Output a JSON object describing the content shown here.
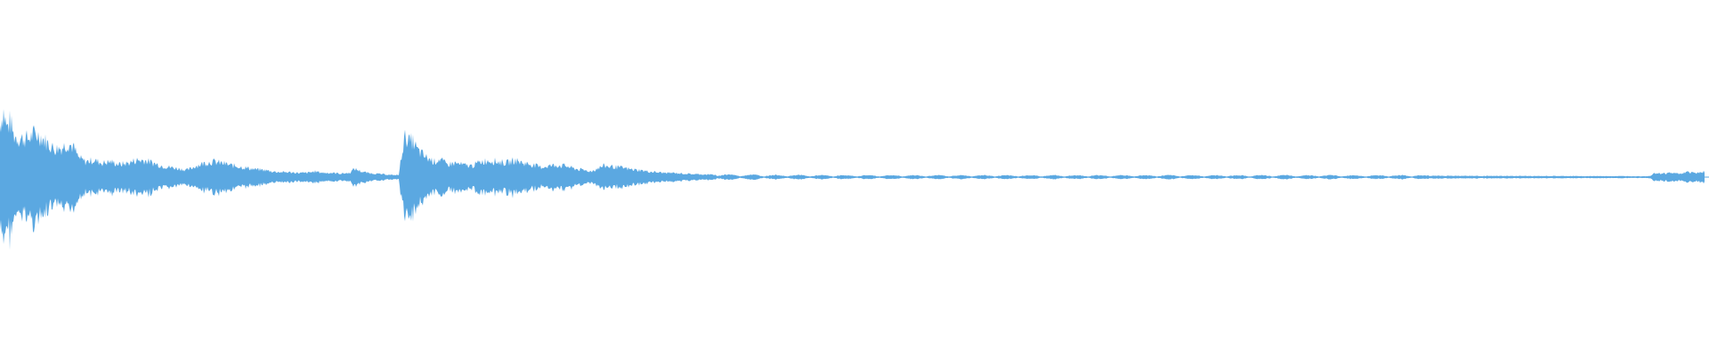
{
  "waveform": {
    "color": "#5ba8e1",
    "background": "#ffffff",
    "duration_fraction_shown": 1.0,
    "envelope": [
      [
        0.0,
        0.75
      ],
      [
        0.002,
        0.95
      ],
      [
        0.004,
        0.7
      ],
      [
        0.006,
        0.8
      ],
      [
        0.008,
        0.6
      ],
      [
        0.011,
        0.55
      ],
      [
        0.014,
        0.55
      ],
      [
        0.017,
        0.55
      ],
      [
        0.02,
        0.62
      ],
      [
        0.024,
        0.58
      ],
      [
        0.028,
        0.48
      ],
      [
        0.032,
        0.4
      ],
      [
        0.036,
        0.42
      ],
      [
        0.04,
        0.48
      ],
      [
        0.043,
        0.43
      ],
      [
        0.046,
        0.28
      ],
      [
        0.05,
        0.22
      ],
      [
        0.055,
        0.24
      ],
      [
        0.06,
        0.2
      ],
      [
        0.065,
        0.22
      ],
      [
        0.07,
        0.18
      ],
      [
        0.075,
        0.2
      ],
      [
        0.08,
        0.24
      ],
      [
        0.085,
        0.24
      ],
      [
        0.09,
        0.2
      ],
      [
        0.095,
        0.16
      ],
      [
        0.1,
        0.14
      ],
      [
        0.105,
        0.12
      ],
      [
        0.11,
        0.1
      ],
      [
        0.115,
        0.16
      ],
      [
        0.12,
        0.2
      ],
      [
        0.125,
        0.22
      ],
      [
        0.13,
        0.2
      ],
      [
        0.135,
        0.17
      ],
      [
        0.14,
        0.15
      ],
      [
        0.145,
        0.13
      ],
      [
        0.15,
        0.11
      ],
      [
        0.155,
        0.1
      ],
      [
        0.16,
        0.08
      ],
      [
        0.165,
        0.07
      ],
      [
        0.17,
        0.07
      ],
      [
        0.175,
        0.06
      ],
      [
        0.18,
        0.06
      ],
      [
        0.185,
        0.08
      ],
      [
        0.19,
        0.06
      ],
      [
        0.195,
        0.06
      ],
      [
        0.2,
        0.05
      ],
      [
        0.205,
        0.06
      ],
      [
        0.208,
        0.12
      ],
      [
        0.212,
        0.08
      ],
      [
        0.216,
        0.06
      ],
      [
        0.22,
        0.05
      ],
      [
        0.225,
        0.04
      ],
      [
        0.23,
        0.03
      ],
      [
        0.234,
        0.03
      ],
      [
        0.236,
        0.4
      ],
      [
        0.238,
        0.6
      ],
      [
        0.24,
        0.5
      ],
      [
        0.242,
        0.52
      ],
      [
        0.245,
        0.38
      ],
      [
        0.25,
        0.28
      ],
      [
        0.255,
        0.22
      ],
      [
        0.258,
        0.26
      ],
      [
        0.262,
        0.18
      ],
      [
        0.267,
        0.2
      ],
      [
        0.272,
        0.17
      ],
      [
        0.277,
        0.16
      ],
      [
        0.282,
        0.22
      ],
      [
        0.287,
        0.24
      ],
      [
        0.292,
        0.22
      ],
      [
        0.297,
        0.2
      ],
      [
        0.302,
        0.24
      ],
      [
        0.307,
        0.2
      ],
      [
        0.312,
        0.18
      ],
      [
        0.317,
        0.14
      ],
      [
        0.322,
        0.16
      ],
      [
        0.327,
        0.17
      ],
      [
        0.332,
        0.16
      ],
      [
        0.337,
        0.12
      ],
      [
        0.342,
        0.1
      ],
      [
        0.347,
        0.08
      ],
      [
        0.35,
        0.12
      ],
      [
        0.354,
        0.16
      ],
      [
        0.358,
        0.15
      ],
      [
        0.362,
        0.14
      ],
      [
        0.366,
        0.13
      ],
      [
        0.37,
        0.11
      ],
      [
        0.375,
        0.1
      ],
      [
        0.38,
        0.08
      ],
      [
        0.385,
        0.07
      ],
      [
        0.39,
        0.06
      ],
      [
        0.395,
        0.06
      ],
      [
        0.4,
        0.05
      ],
      [
        0.41,
        0.04
      ],
      [
        0.42,
        0.035
      ],
      [
        0.43,
        0.03
      ],
      [
        0.44,
        0.03
      ],
      [
        0.45,
        0.025
      ],
      [
        0.46,
        0.025
      ],
      [
        0.47,
        0.025
      ],
      [
        0.48,
        0.022
      ],
      [
        0.49,
        0.022
      ],
      [
        0.5,
        0.022
      ],
      [
        0.51,
        0.022
      ],
      [
        0.52,
        0.022
      ],
      [
        0.53,
        0.022
      ],
      [
        0.54,
        0.022
      ],
      [
        0.55,
        0.022
      ],
      [
        0.56,
        0.022
      ],
      [
        0.57,
        0.022
      ],
      [
        0.58,
        0.022
      ],
      [
        0.59,
        0.022
      ],
      [
        0.6,
        0.022
      ],
      [
        0.61,
        0.022
      ],
      [
        0.62,
        0.022
      ],
      [
        0.63,
        0.022
      ],
      [
        0.64,
        0.022
      ],
      [
        0.65,
        0.022
      ],
      [
        0.66,
        0.022
      ],
      [
        0.67,
        0.022
      ],
      [
        0.68,
        0.022
      ],
      [
        0.69,
        0.022
      ],
      [
        0.7,
        0.022
      ],
      [
        0.71,
        0.022
      ],
      [
        0.72,
        0.022
      ],
      [
        0.73,
        0.022
      ],
      [
        0.74,
        0.022
      ],
      [
        0.75,
        0.022
      ],
      [
        0.76,
        0.022
      ],
      [
        0.77,
        0.022
      ],
      [
        0.78,
        0.022
      ],
      [
        0.79,
        0.022
      ],
      [
        0.8,
        0.022
      ],
      [
        0.81,
        0.022
      ],
      [
        0.82,
        0.022
      ],
      [
        0.83,
        0.022
      ],
      [
        0.84,
        0.02
      ],
      [
        0.85,
        0.018
      ],
      [
        0.86,
        0.018
      ],
      [
        0.87,
        0.016
      ],
      [
        0.88,
        0.016
      ],
      [
        0.89,
        0.016
      ],
      [
        0.9,
        0.015
      ],
      [
        0.91,
        0.015
      ],
      [
        0.92,
        0.015
      ],
      [
        0.93,
        0.014
      ],
      [
        0.94,
        0.014
      ],
      [
        0.95,
        0.014
      ],
      [
        0.96,
        0.014
      ],
      [
        0.968,
        0.014
      ],
      [
        0.97,
        0.06
      ],
      [
        0.975,
        0.05
      ],
      [
        0.98,
        0.06
      ],
      [
        0.985,
        0.05
      ],
      [
        0.99,
        0.07
      ],
      [
        0.995,
        0.06
      ],
      [
        1.0,
        0.08
      ]
    ]
  }
}
